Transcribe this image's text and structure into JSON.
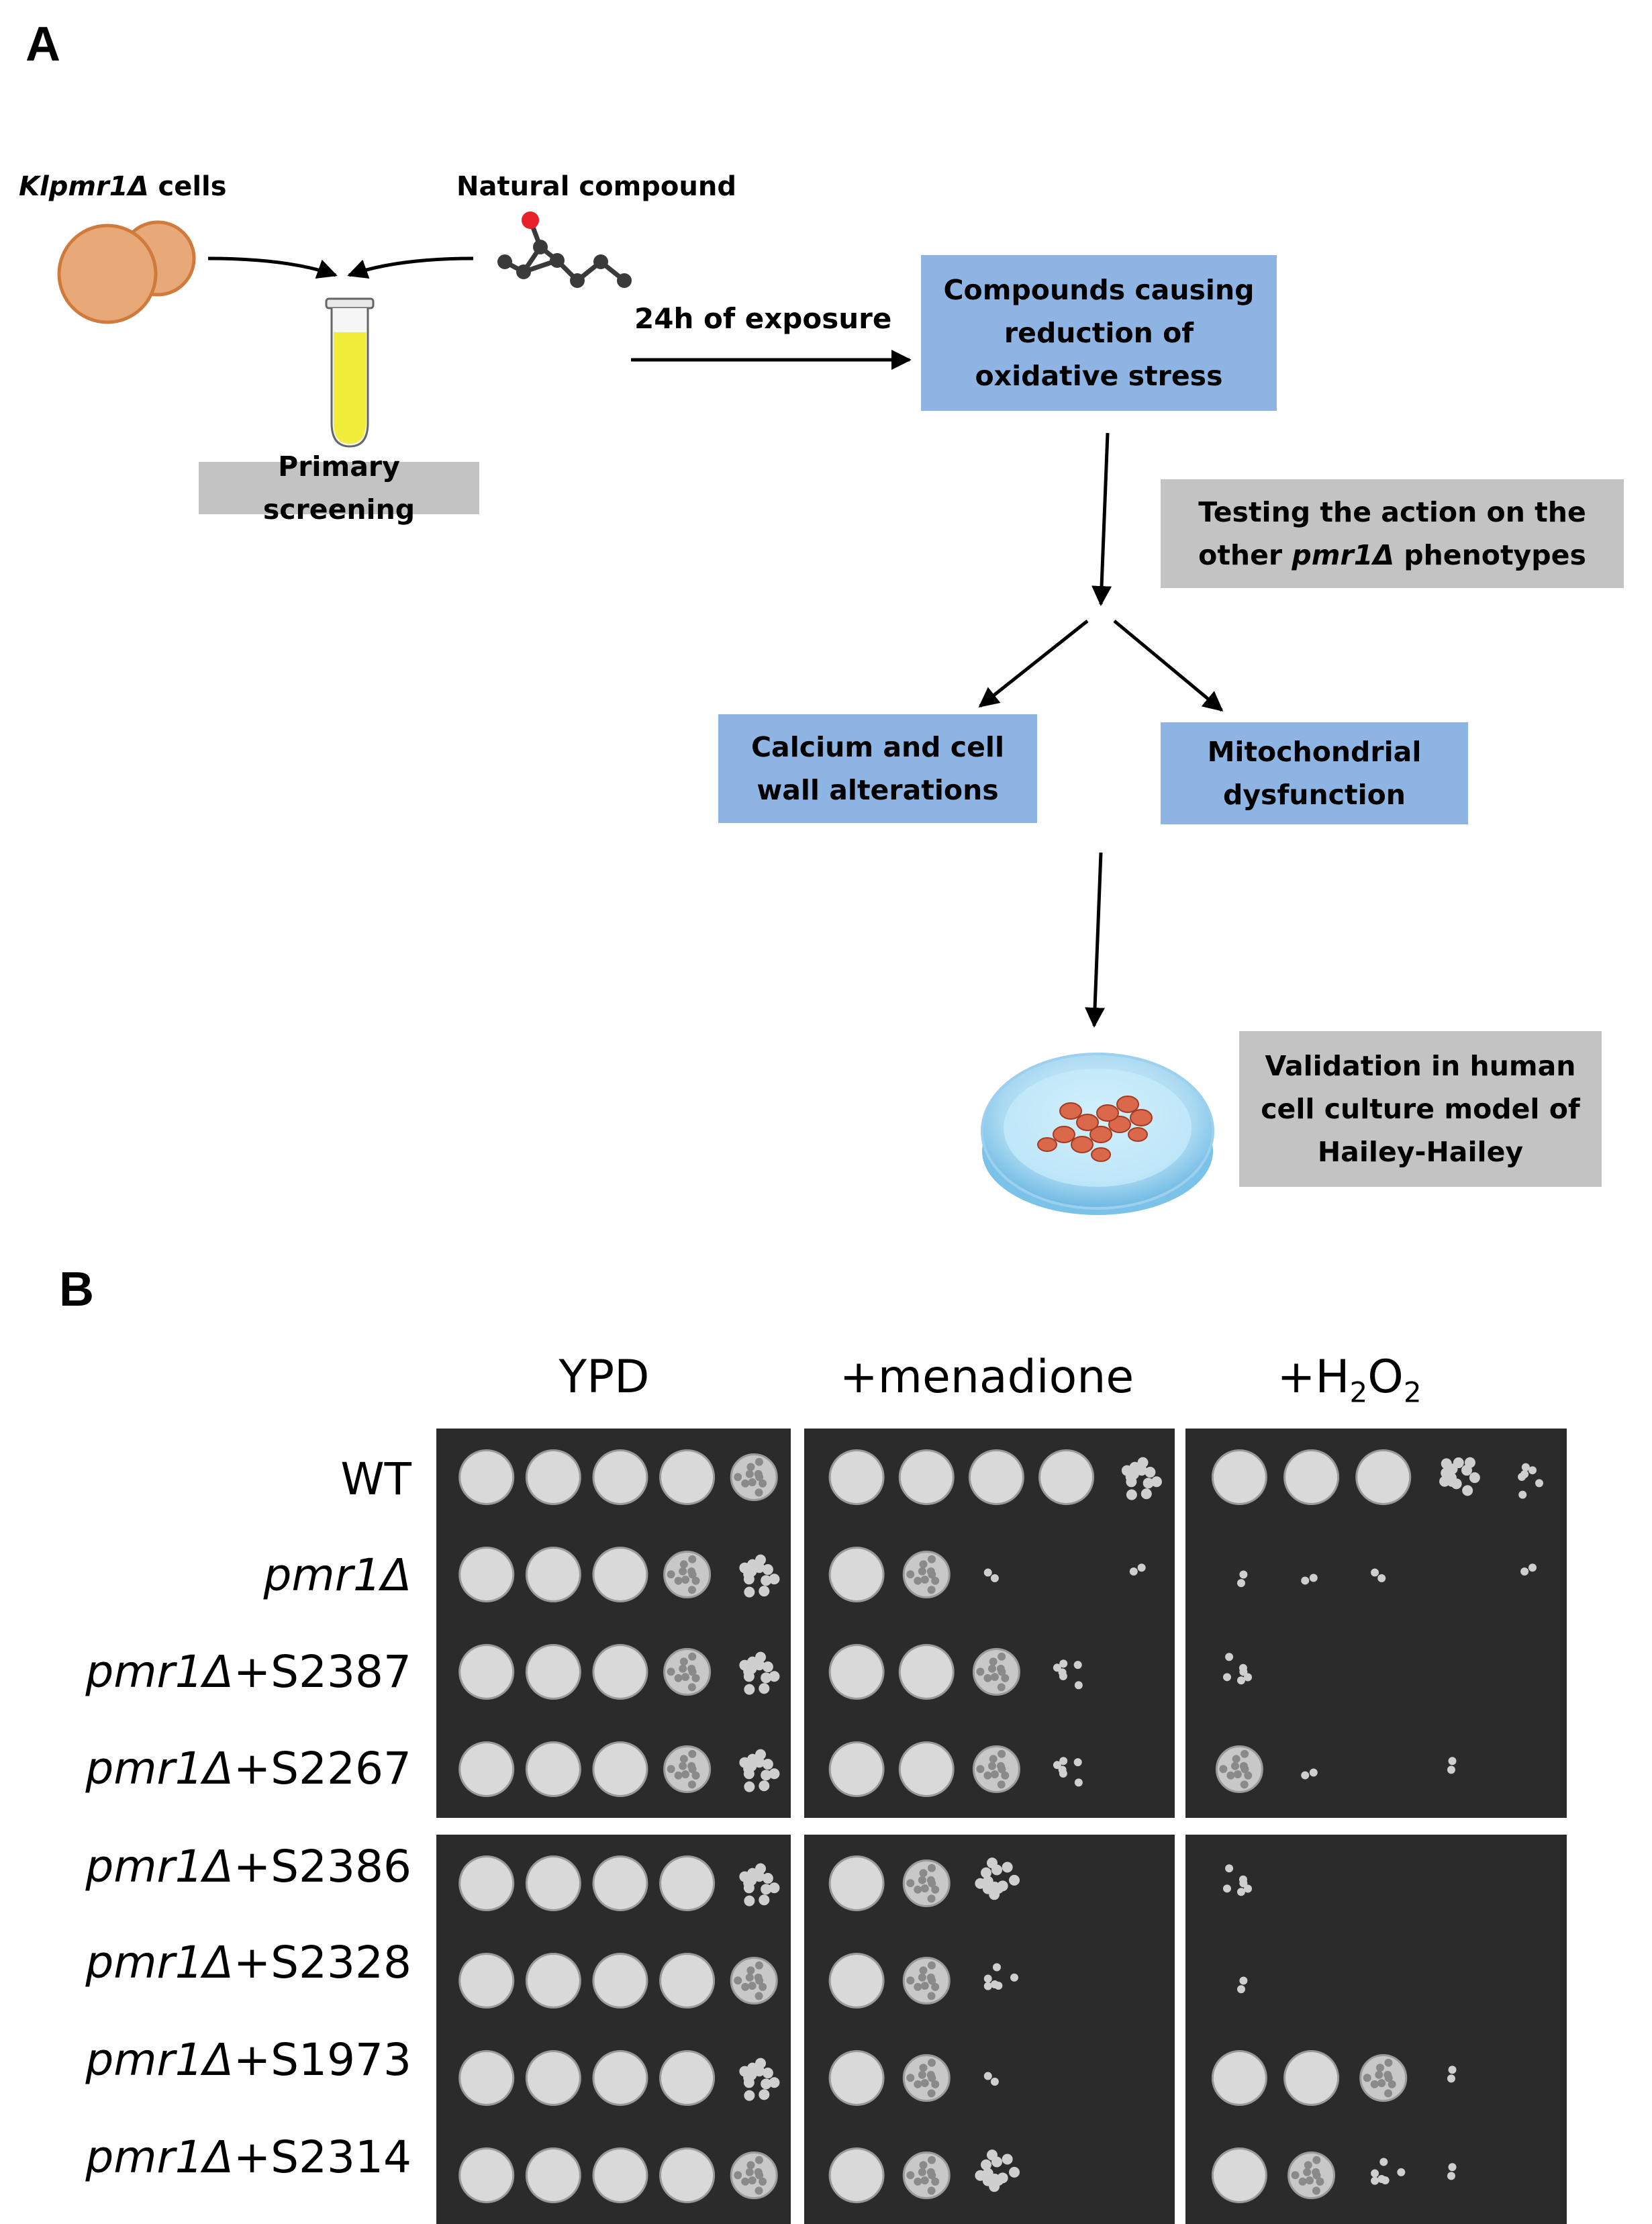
{
  "panelA": {
    "letter": "A",
    "cells_label": {
      "name": "Klpmr1",
      "delta": "Δ",
      "suffix": "cells"
    },
    "compound_label": "Natural compound",
    "exposure_label": "24h of exposure",
    "primary_screening": "Primary screening",
    "compounds_box": [
      "Compounds causing",
      "reduction of",
      "oxidative stress"
    ],
    "testing_box": {
      "line1": "Testing the action on the",
      "line2_pre": "other ",
      "line2_italic": "pmr1Δ",
      "line2_post": " phenotypes"
    },
    "calcium_box": [
      "Calcium and cell",
      "wall alterations"
    ],
    "mito_box": [
      "Mitochondrial",
      "dysfunction"
    ],
    "validation_box": [
      "Validation in human",
      "cell culture model of",
      "Hailey-Hailey"
    ],
    "colors": {
      "blue_box": "#8eb4e3",
      "gray_box": "#c3c3c3",
      "cell": "#e8a878",
      "tube_liquid": "#f0ee3a",
      "atom_highlight": "#e8202a"
    }
  },
  "panelB": {
    "letter": "B",
    "columns": [
      "YPD",
      "+menadione",
      "+H2O2"
    ],
    "h2o2": {
      "pre": "+H",
      "sub1": "2",
      "mid": "O",
      "sub2": "2"
    },
    "rows": [
      {
        "plain": "WT",
        "italic": "",
        "suffix": ""
      },
      {
        "plain": "",
        "italic": "pmr1Δ",
        "suffix": ""
      },
      {
        "plain": "",
        "italic": "pmr1Δ",
        "suffix": "+S2387"
      },
      {
        "plain": "",
        "italic": "pmr1Δ",
        "suffix": "+S2267"
      },
      {
        "plain": "",
        "italic": "pmr1Δ",
        "suffix": "+S2386"
      },
      {
        "plain": "",
        "italic": "pmr1Δ",
        "suffix": "+S2328"
      },
      {
        "plain": "",
        "italic": "pmr1Δ",
        "suffix": "+S1973"
      },
      {
        "plain": "",
        "italic": "pmr1Δ",
        "suffix": "+S2314"
      }
    ],
    "growth": {
      "YPD": [
        [
          5,
          5,
          5,
          5,
          4
        ],
        [
          5,
          5,
          5,
          4,
          3
        ],
        [
          5,
          5,
          5,
          4,
          3
        ],
        [
          5,
          5,
          5,
          4,
          3
        ],
        [
          5,
          5,
          5,
          5,
          3
        ],
        [
          5,
          5,
          5,
          5,
          4
        ],
        [
          5,
          5,
          5,
          5,
          3
        ],
        [
          5,
          5,
          5,
          5,
          4
        ]
      ],
      "menadione": [
        [
          5,
          5,
          5,
          5,
          3
        ],
        [
          5,
          4,
          1,
          0,
          1
        ],
        [
          5,
          5,
          4,
          2,
          0
        ],
        [
          5,
          5,
          4,
          2,
          0
        ],
        [
          5,
          4,
          3,
          0,
          0
        ],
        [
          5,
          4,
          2,
          0,
          0
        ],
        [
          5,
          4,
          1,
          0,
          0
        ],
        [
          5,
          4,
          3,
          0,
          0
        ]
      ],
      "H2O2": [
        [
          5,
          5,
          5,
          3,
          2
        ],
        [
          1,
          1,
          1,
          0,
          1
        ],
        [
          2,
          0,
          0,
          0,
          0
        ],
        [
          4,
          1,
          0,
          1,
          0
        ],
        [
          2,
          0,
          0,
          0,
          0
        ],
        [
          1,
          0,
          0,
          0,
          0
        ],
        [
          5,
          5,
          4,
          1,
          0
        ],
        [
          5,
          4,
          2,
          1,
          0
        ]
      ]
    }
  }
}
